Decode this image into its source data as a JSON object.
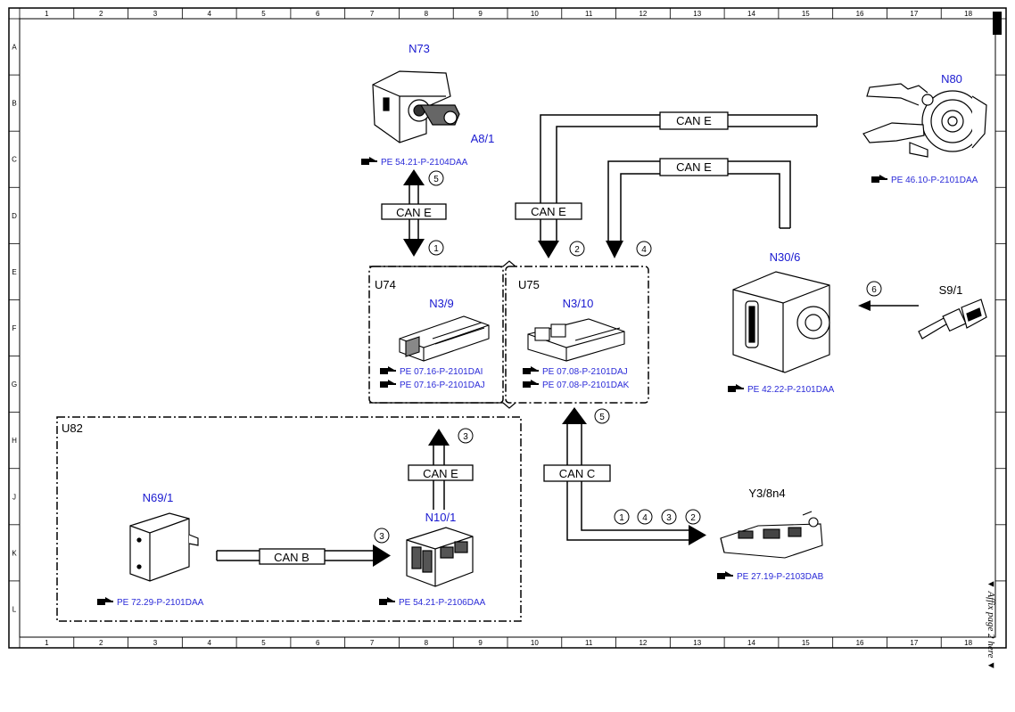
{
  "grid": {
    "columns": [
      "1",
      "2",
      "3",
      "4",
      "5",
      "6",
      "7",
      "8",
      "9",
      "10",
      "11",
      "12",
      "13",
      "14",
      "15",
      "16",
      "17",
      "18"
    ],
    "rows": [
      "A",
      "B",
      "C",
      "D",
      "E",
      "F",
      "G",
      "H",
      "J",
      "K",
      "L"
    ]
  },
  "groups": {
    "u74": "U74",
    "u75": "U75",
    "u82": "U82"
  },
  "components": {
    "n73": {
      "id": "N73",
      "ref": "PE 54.21-P-2104DAA"
    },
    "a8_1": {
      "id": "A8/1"
    },
    "n80": {
      "id": "N80",
      "ref": "PE 46.10-P-2101DAA"
    },
    "n3_9": {
      "id": "N3/9",
      "ref1": "PE 07.16-P-2101DAI",
      "ref2": "PE 07.16-P-2101DAJ"
    },
    "n3_10": {
      "id": "N3/10",
      "ref1": "PE 07.08-P-2101DAJ",
      "ref2": "PE 07.08-P-2101DAK"
    },
    "n30_6": {
      "id": "N30/6",
      "ref": "PE 42.22-P-2101DAA"
    },
    "s9_1": {
      "id": "S9/1"
    },
    "n69_1": {
      "id": "N69/1",
      "ref": "PE 72.29-P-2101DAA"
    },
    "n10_1": {
      "id": "N10/1",
      "ref": "PE 54.21-P-2106DAA"
    },
    "y3_8n4": {
      "id": "Y3/8n4",
      "ref": "PE 27.19-P-2103DAB"
    }
  },
  "buses": {
    "can_e": "CAN E",
    "can_b": "CAN B",
    "can_c": "CAN C"
  },
  "signals": {
    "s1": "1",
    "s2": "2",
    "s3": "3",
    "s4": "4",
    "s5": "5",
    "s6": "6"
  },
  "footer_note": "▼ Affix page 2 here ▼"
}
